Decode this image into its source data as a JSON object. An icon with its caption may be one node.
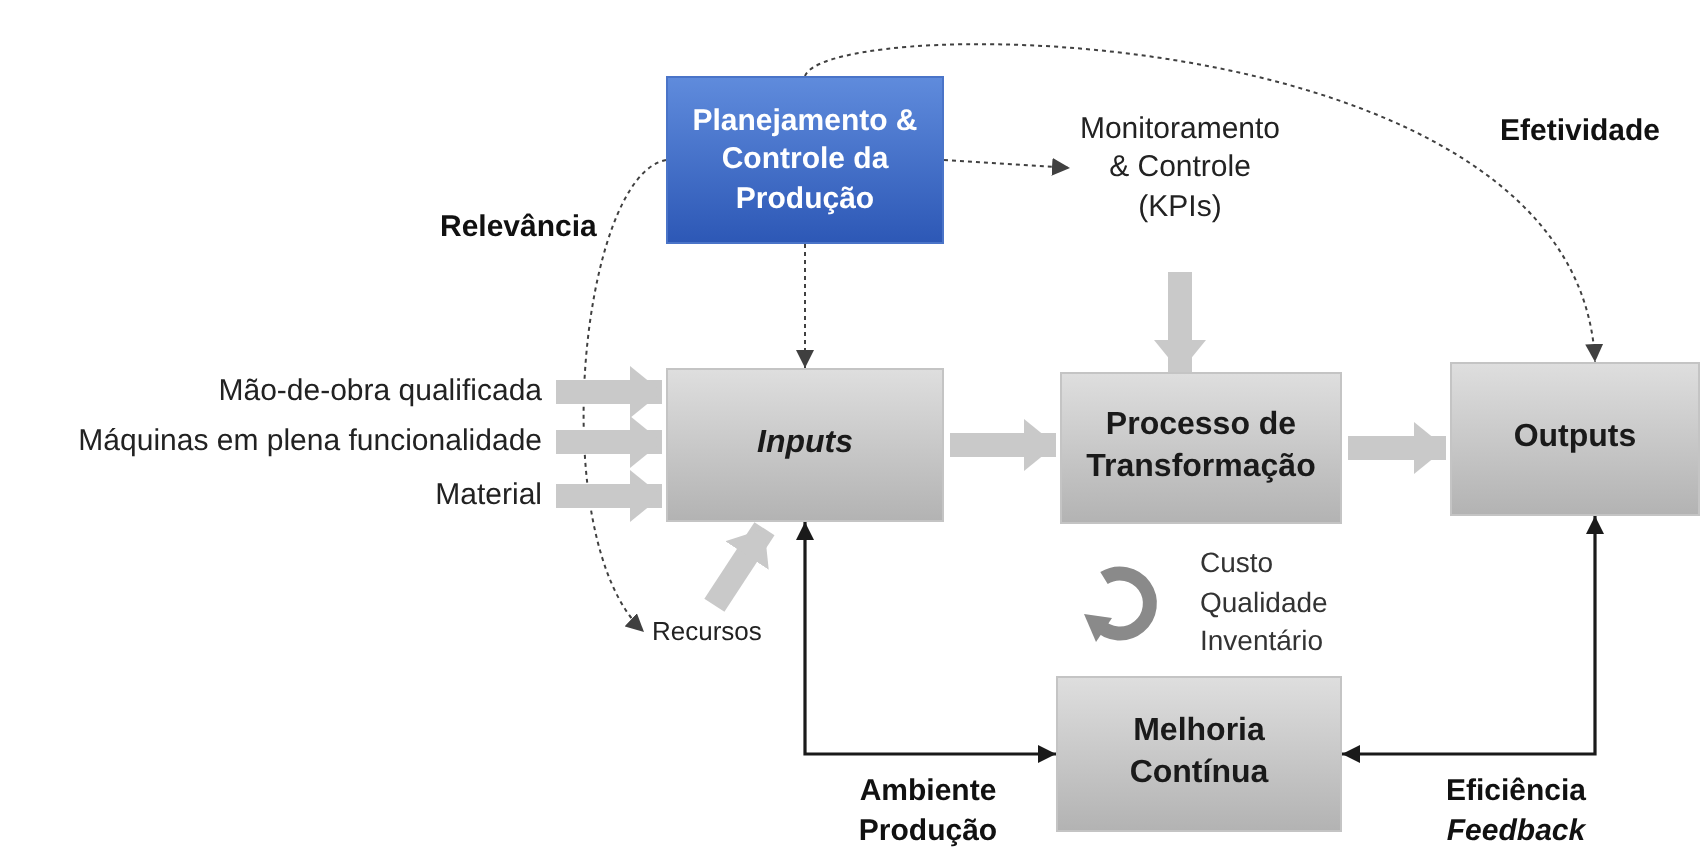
{
  "diagram": {
    "nodes": [
      {
        "text": [
          "Planejamento & Controle da Produção"
        ]
      },
      {
        "text": [
          "Monitoramento & Controle (KPIs)"
        ]
      },
      {
        "text": [
          "Mão-de-obra qualificada"
        ]
      },
      {
        "text": [
          "Máquinas em plena funcionalidade"
        ]
      },
      {
        "text": [
          "Material"
        ]
      },
      {
        "text": [
          "Inputs"
        ]
      },
      {
        "text": [
          "Processo de Transformação"
        ]
      },
      {
        "text": [
          "Outputs"
        ]
      },
      {
        "text": [
          "Recursos"
        ]
      },
      {
        "text": [
          "Melhoria Contínua"
        ]
      }
    ],
    "edges": [
      {
        "from": 0,
        "to": 1,
        "arrow": "to",
        "style": "dashed",
        "color": "#404040"
      },
      {
        "from": 0,
        "to": 5,
        "arrow": "to",
        "style": "dashed",
        "color": "#404040"
      },
      {
        "from": 0,
        "to": 7,
        "arrow": "to",
        "style": "dashed",
        "color": "#404040",
        "label": "Efetividade"
      },
      {
        "from": 0,
        "to": 8,
        "arrow": "to",
        "style": "dashed",
        "color": "#404040",
        "label": "Relevância"
      },
      {
        "from": 2,
        "to": 5,
        "arrow": "to"
      },
      {
        "from": 3,
        "to": 5,
        "arrow": "to"
      },
      {
        "from": 4,
        "to": 5,
        "arrow": "to"
      },
      {
        "from": 5,
        "to": 6,
        "arrow": "to"
      },
      {
        "from": 6,
        "to": 7,
        "arrow": "to"
      },
      {
        "from": 1,
        "to": 6,
        "arrow": "to"
      },
      {
        "from": 8,
        "to": 5,
        "arrow": "to"
      },
      {
        "from": 5,
        "to": 9,
        "arrow": "both",
        "color": "#1a1a1a",
        "label": "Ambiente Produção"
      },
      {
        "from": 7,
        "to": 9,
        "arrow": "both",
        "color": "#1a1a1a",
        "label": "Eficiência *Feedback*"
      }
    ],
    "labels": [
      "Custo Qualidade Inventário"
    ]
  }
}
